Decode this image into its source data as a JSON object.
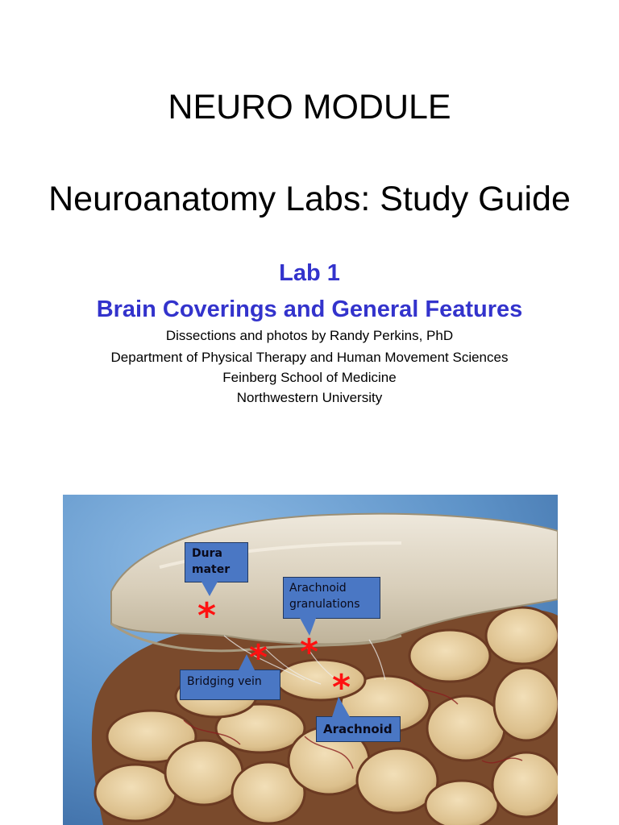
{
  "header": {
    "module": "NEURO MODULE",
    "guide_title": "Neuroanatomy Labs: Study Guide"
  },
  "lab": {
    "number": "Lab 1",
    "subtitle": "Brain Coverings and General Features"
  },
  "credits": [
    "Dissections and photos by Randy Perkins, PhD",
    "Department of Physical Therapy and Human Movement Sciences",
    "Feinberg School of Medicine",
    "Northwestern University"
  ],
  "photo": {
    "labels": {
      "dura_mater": "Dura mater",
      "arachnoid_granulations": "Arachnoid granulations",
      "bridging_vein": "Bridging vein",
      "arachnoid": "Arachnoid"
    },
    "marker_glyph": "*",
    "colors": {
      "callout": "#4a77c4",
      "marker": "#ff1111",
      "title_blue": "#3333cc",
      "background_blue": "#6fa3d6"
    }
  }
}
